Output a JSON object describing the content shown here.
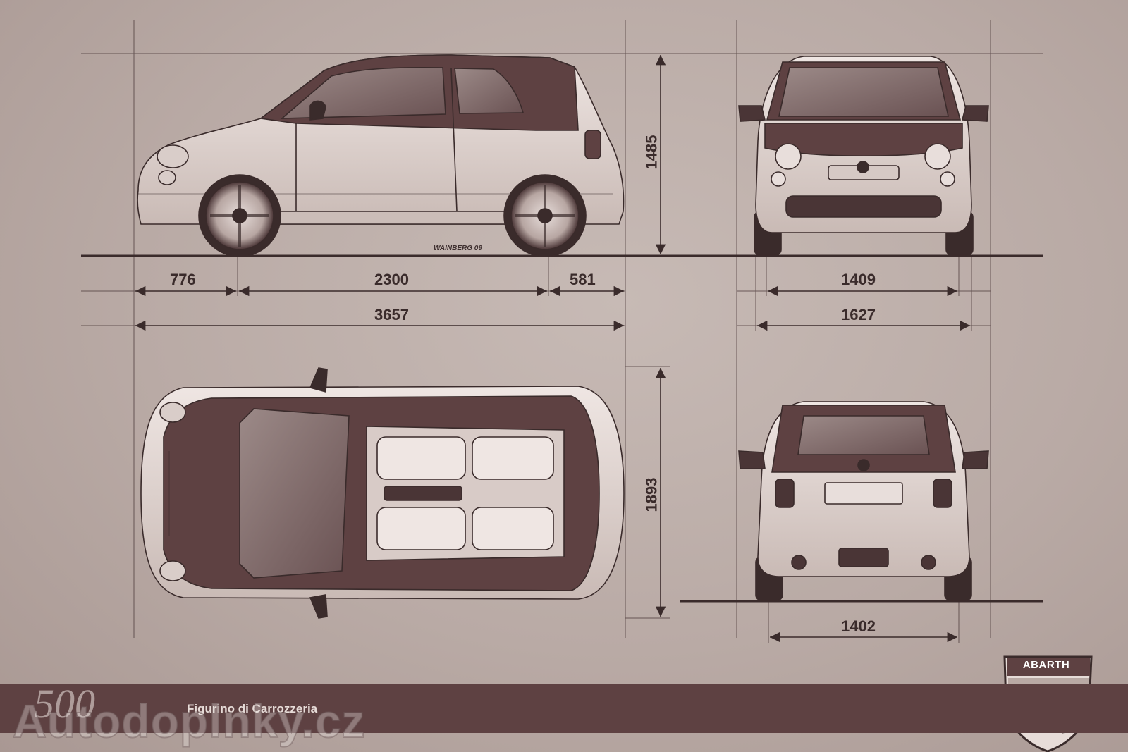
{
  "dimensions": {
    "front_overhang": "776",
    "wheelbase": "2300",
    "rear_overhang": "581",
    "overall_length": "3657",
    "height": "1485",
    "front_track": "1409",
    "body_width": "1627",
    "rear_track": "1402",
    "mirror_width": "1893"
  },
  "branding": {
    "model_logo": "500",
    "tagline": "Figurino di Carrozzeria",
    "watermark": "Autodoplnky.cz",
    "badge_text": "ABARTH",
    "designer_signature": "WAINBERG 09"
  },
  "colors": {
    "background": "#b9aaa5",
    "ink": "#3a2b2b",
    "roof": "#5e4142",
    "body": "#e2d6d2",
    "banner": "#5e4142"
  }
}
